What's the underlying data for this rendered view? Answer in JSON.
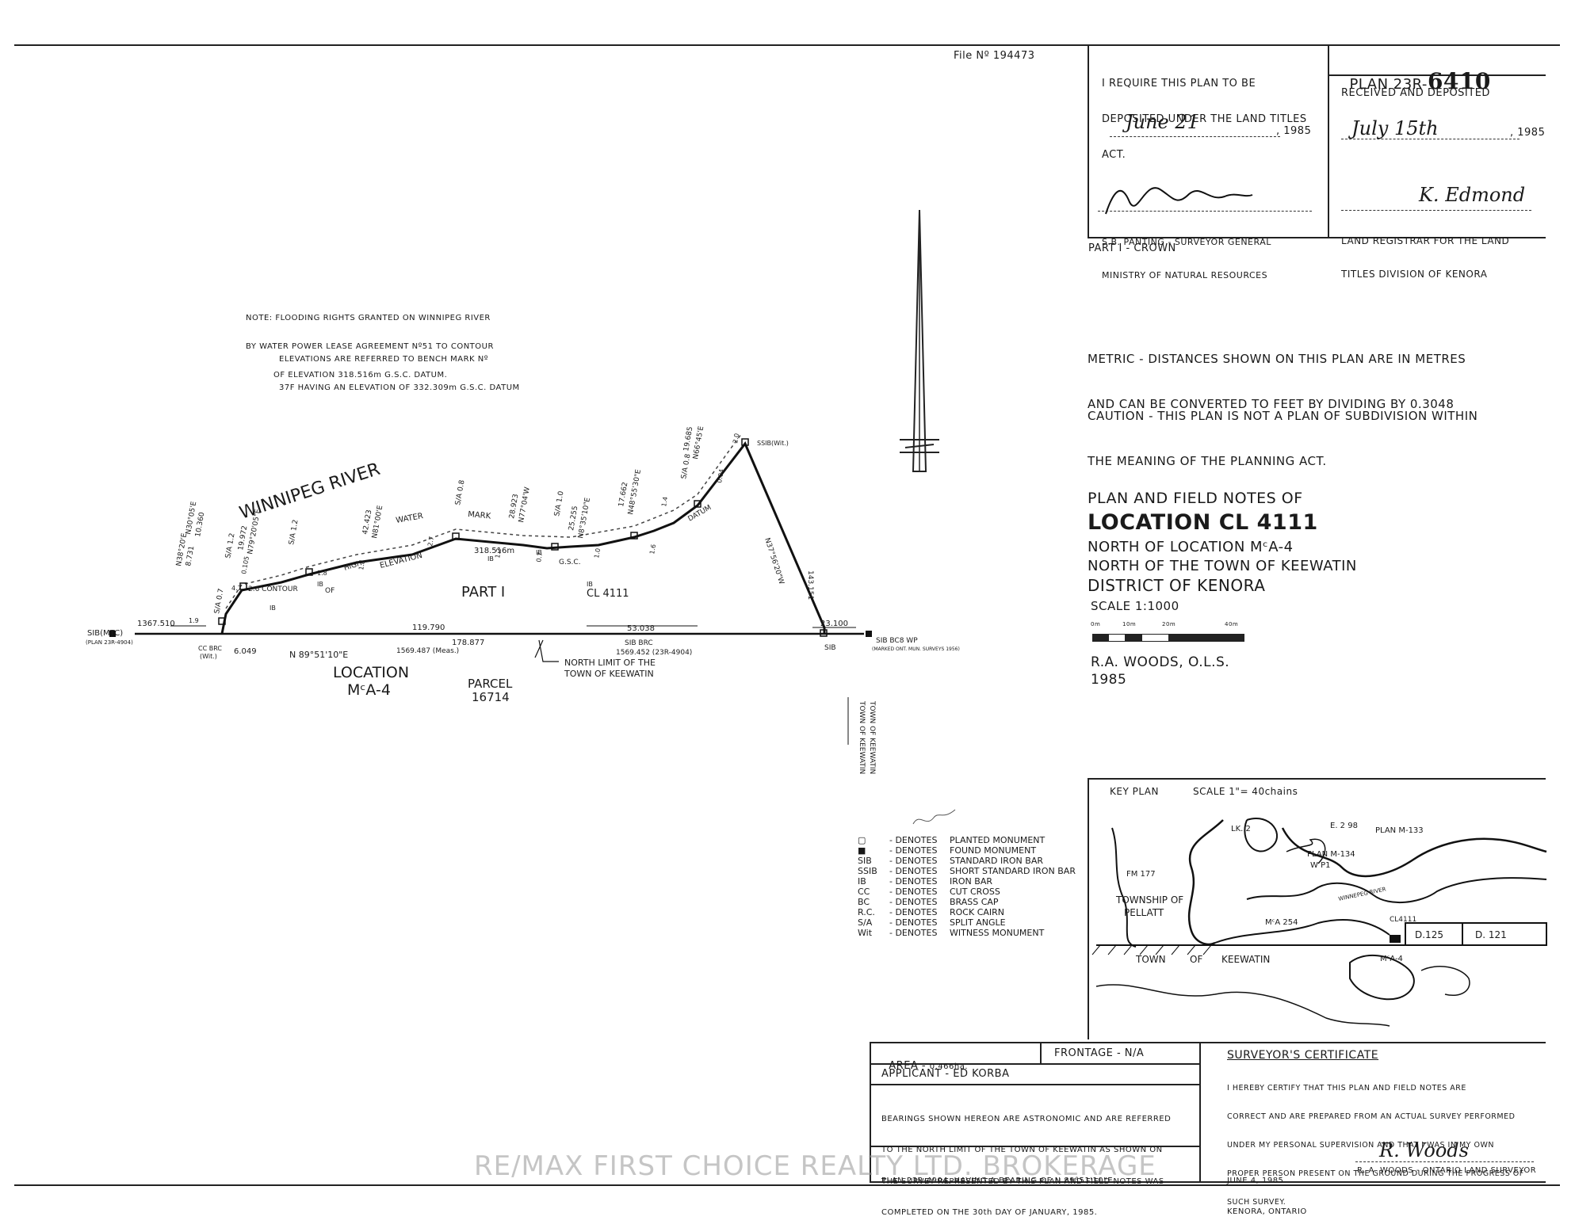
{
  "file_no": "File Nº 194473",
  "deposit": {
    "require": [
      "I REQUIRE THIS PLAN TO BE",
      "DEPOSITED UNDER THE LAND TITLES",
      "ACT."
    ],
    "date_hand": "June 21",
    "year": ", 1985",
    "signer": [
      "S.B. PANTING - SURVEYOR GENERAL",
      "MINISTRY OF NATURAL RESOURCES"
    ],
    "part": "PART I - CROWN"
  },
  "plan_box": {
    "plan_prefix": "PLAN 23R-",
    "plan_number": "6410",
    "received": "RECEIVED AND DEPOSITED",
    "date_hand": "July 15th",
    "year": ", 1985",
    "signature_hand": "K. Edmond",
    "registrar": [
      "LAND REGISTRAR FOR THE LAND",
      "TITLES DIVISION OF KENORA"
    ]
  },
  "notes": {
    "metric": [
      "METRIC - DISTANCES SHOWN ON THIS PLAN ARE IN METRES",
      "AND CAN BE CONVERTED TO FEET BY DIVIDING BY 0.3048"
    ],
    "caution": [
      "CAUTION - THIS PLAN IS NOT A PLAN OF SUBDIVISION WITHIN",
      "THE MEANING OF THE PLANNING ACT."
    ],
    "flooding": [
      "NOTE: FLOODING RIGHTS GRANTED ON WINNIPEG RIVER",
      "BY WATER POWER LEASE AGREEMENT Nº51 TO CONTOUR",
      "OF ELEVATION 318.516m G.S.C. DATUM."
    ],
    "elevations": [
      "ELEVATIONS ARE REFERRED TO BENCH MARK Nº",
      "37F HAVING AN ELEVATION OF 332.309m G.S.C. DATUM"
    ]
  },
  "title_block": {
    "line1": "PLAN AND FIELD NOTES OF",
    "line2": "LOCATION CL 4111",
    "line3": "NORTH OF LOCATION MᶜA-4",
    "line4": "NORTH OF THE TOWN OF KEEWATIN",
    "line5": "DISTRICT OF KENORA",
    "scale": "SCALE 1:1000",
    "bar_labels": [
      "0m",
      "10m",
      "20m",
      "40m"
    ],
    "surveyor": "R.A. WOODS, O.L.S.",
    "year": "1985"
  },
  "map": {
    "river": "WINNIPEG RIVER",
    "part": "PART I",
    "cl": "CL 4111",
    "location": [
      "LOCATION",
      "MᶜA-4"
    ],
    "parcel": [
      "PARCEL",
      "16714"
    ],
    "north_limit": [
      "NORTH LIMIT OF THE",
      "TOWN OF KEEWATIN"
    ],
    "town_vertical": [
      "TOWN OF KEEWATIN",
      "TOWN OF KEEWATIN"
    ],
    "dims": {
      "d119": "119.790",
      "d178": "178.877",
      "d53": "53.038",
      "d1569m": "1569.487 (Meas.)",
      "sib_brc": "SIB BRC",
      "d1569p": "1569.452 (23R-4904)",
      "bearing": "N 89°51'10\"E",
      "d1367": "1367.510",
      "d19": "1.9",
      "d6049": "6.049",
      "d23100": "23.100",
      "sib_mtc": [
        "SIB(MTC)",
        "(PLAN 23R-4904)"
      ],
      "ccbrc": [
        "CC BRC",
        "(Wit.)"
      ],
      "sib": "SIB",
      "sib_bc": [
        "SIB BC8 WP",
        "(MARKED ONT. MUN. SURVEYS 1956)"
      ],
      "ssib": "SSIB(Wit.)",
      "contour": "2.6  CONTOUR",
      "high": "HIGH",
      "of": "OF",
      "elevation": "ELEVATION",
      "water": "WATER",
      "mark": "MARK",
      "elev": "318.516m",
      "gsc": "G.S.C.",
      "datum": "DATUM",
      "ib": "IB",
      "sa08": "S/A 0.8",
      "sa10": "S/A 1.0",
      "sa12": "S/A 1.2",
      "sa12b": "S/A 1.2",
      "sa07": "S/A 0.7",
      "b1": "N30°05'E",
      "b2": "N38°20'E",
      "b3": "N79°20'05\"E",
      "b4": "N81°00'E",
      "b5": "N77°04'W",
      "b6": "N8°35'10\"E",
      "b7": "N48°55'30\"E",
      "b8": "N66°45'E",
      "b9": "N37°56'20\"W",
      "l1": "10.360",
      "l2": "8.731",
      "l3": "19.972",
      "l4": "42.423",
      "l5": "28.923",
      "l6": "25.255",
      "l7": "17.662",
      "l8": "19.685",
      "l9": "143.151",
      "sa08b": "S/A 0.8",
      "d20": "2.0",
      "d04": "0.04",
      "d105": "0.105",
      "d47": "4.7",
      "d18": "1.8",
      "d13": "1.3",
      "d27": "2.7",
      "ldim1": "1.8",
      "ldim2": "2.7",
      "ldim3": "1.2",
      "ldim4": "0.7",
      "ldim5": "1.0",
      "ldim6": "1.6",
      "ldim7": "1.4",
      "ldim8": "0.04",
      "ldim9": "2.0"
    }
  },
  "legend": [
    [
      "▢",
      "- DENOTES",
      "PLANTED MONUMENT"
    ],
    [
      "■",
      "- DENOTES",
      "FOUND MONUMENT"
    ],
    [
      "SIB",
      "- DENOTES",
      "STANDARD IRON BAR"
    ],
    [
      "SSIB",
      "- DENOTES",
      "SHORT STANDARD IRON BAR"
    ],
    [
      "IB",
      "- DENOTES",
      "IRON BAR"
    ],
    [
      "CC",
      "- DENOTES",
      "CUT CROSS"
    ],
    [
      "BC",
      "- DENOTES",
      "BRASS CAP"
    ],
    [
      "R.C.",
      "- DENOTES",
      "ROCK CAIRN"
    ],
    [
      "S/A",
      "- DENOTES",
      "SPLIT ANGLE"
    ],
    [
      "Wit",
      "- DENOTES",
      "WITNESS MONUMENT"
    ]
  ],
  "key_plan": {
    "title": "KEY PLAN",
    "scale": "SCALE 1\"= 40chains",
    "labels": {
      "lk2": "LK. 2",
      "e298": "E. 2 98",
      "planm133": "PLAN M-133",
      "planm134": "PLAN M-134",
      "wp1": "W P1",
      "fm177": "FM 177",
      "township": "TOWNSHIP OF",
      "pellatt": "PELLATT",
      "winnipeg": "WINNEPEG RIVER",
      "ma254": "MᶜA 254",
      "cl4111": "CL4111",
      "d125": "D.125",
      "d121": "D. 121",
      "town": "TOWN",
      "of": "OF",
      "keewatin": "KEEWATIN",
      "ma4": "MᶜA-4"
    }
  },
  "bottom": {
    "area": "AREA - ",
    "area_val": "0.466ha.",
    "frontage": "FRONTAGE - N/A",
    "applicant": "APPLICANT - ED KORBA",
    "bearings": [
      "BEARINGS SHOWN HEREON ARE ASTRONOMIC AND ARE REFERRED",
      "TO THE NORTH LIMIT OF THE TOWN OF KEEWATIN AS SHOWN ON",
      "PLAN 23R-4904, HAVING A BEARING OF N 89°51'10\"E"
    ],
    "survey": [
      "THE SURVEY REPRESENTED BY THIS PLAN AND FIELD NOTES WAS",
      "COMPLETED ON THE 30th DAY OF JANUARY, 1985."
    ],
    "cert_title": "SURVEYOR'S CERTIFICATE",
    "cert": [
      "I HEREBY CERTIFY THAT THIS PLAN AND FIELD NOTES ARE",
      "CORRECT AND ARE PREPARED FROM AN ACTUAL SURVEY PERFORMED",
      "UNDER MY PERSONAL SUPERVISION AND THAT I WAS IN MY OWN",
      "PROPER PERSON PRESENT ON THE GROUND DURING THE PROGRESS OF",
      "SUCH SURVEY."
    ],
    "cert_date": [
      "JUNE 4, 1985",
      "KENORA, ONTARIO"
    ],
    "cert_sig_hand": "R. Woods",
    "cert_signer": "R. A. WOODS - ONTARIO LAND SURVEYOR"
  },
  "watermark": "RE/MAX FIRST CHOICE REALTY LTD. BROKERAGE"
}
